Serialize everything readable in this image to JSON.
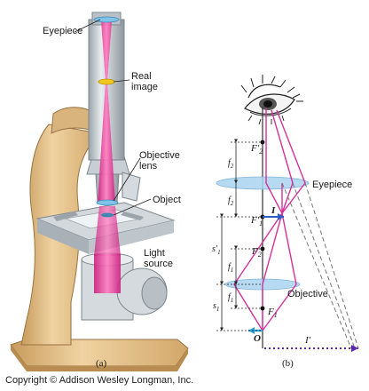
{
  "panel_a": {
    "caption": "(a)",
    "labels": {
      "eyepiece": "Eyepiece",
      "real_image_line1": "Real",
      "real_image_line2": "image",
      "objective_line1": "Objective",
      "objective_line2": "lens",
      "object": "Object",
      "light_line1": "Light",
      "light_line2": "source"
    },
    "colors": {
      "body": "#e8c690",
      "body_shadow": "#c79b5c",
      "metal": "#c8cfd4",
      "metal_dark": "#8f999f",
      "beam": "#e0409a",
      "lens": "#7fc4e8",
      "image_mark": "#f2c81e"
    }
  },
  "panel_b": {
    "caption": "(b)",
    "labels": {
      "eyepiece": "Eyepiece",
      "objective": "Objective",
      "F2_prime": "F′",
      "F2_prime_sub": "2",
      "F2": "F",
      "F2_sub": "2",
      "F1_prime": "F′",
      "F1_prime_sub": "1",
      "F1": "F",
      "F1_sub": "1",
      "I": "I",
      "I_prime": "I′",
      "O": "O",
      "f2_top": "f",
      "f2_top_sub": "2",
      "f2_bottom": "f",
      "f2_bottom_sub": "2",
      "f1_top": "f",
      "f1_top_sub": "1",
      "f1_bottom": "f",
      "f1_bottom_sub": "1",
      "s1_prime": "s′",
      "s1_prime_sub": "1",
      "s1": "s",
      "s1_sub": "1"
    },
    "colors": {
      "ray": "#d6309a",
      "lens": "#a9d4ef",
      "axis": "#333333",
      "image_arrow": "#2a5fc4",
      "object_arrow": "#2a9fd8",
      "virtual_image": "#5a2aa8",
      "dashed": "#777777"
    }
  },
  "copyright": "Copyright © Addison Wesley Longman, Inc."
}
